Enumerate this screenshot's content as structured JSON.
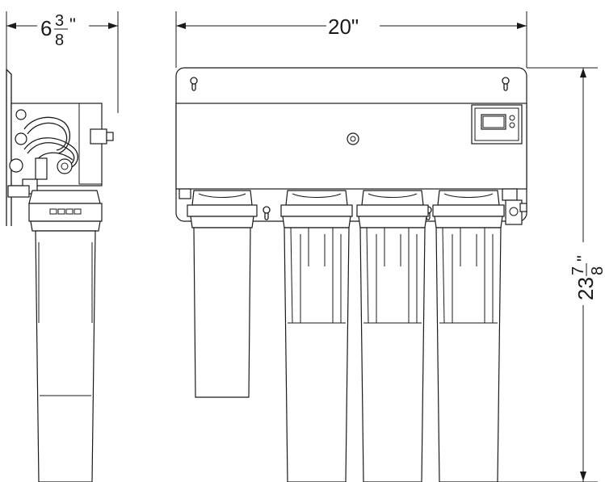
{
  "dimensions": {
    "width_side": {
      "whole": "6",
      "numerator": "3",
      "denominator": "8",
      "unit": "\""
    },
    "width_front": {
      "text": "20\""
    },
    "height": {
      "whole": "23",
      "numerator": "7",
      "denominator": "8",
      "unit": "\""
    }
  }
}
